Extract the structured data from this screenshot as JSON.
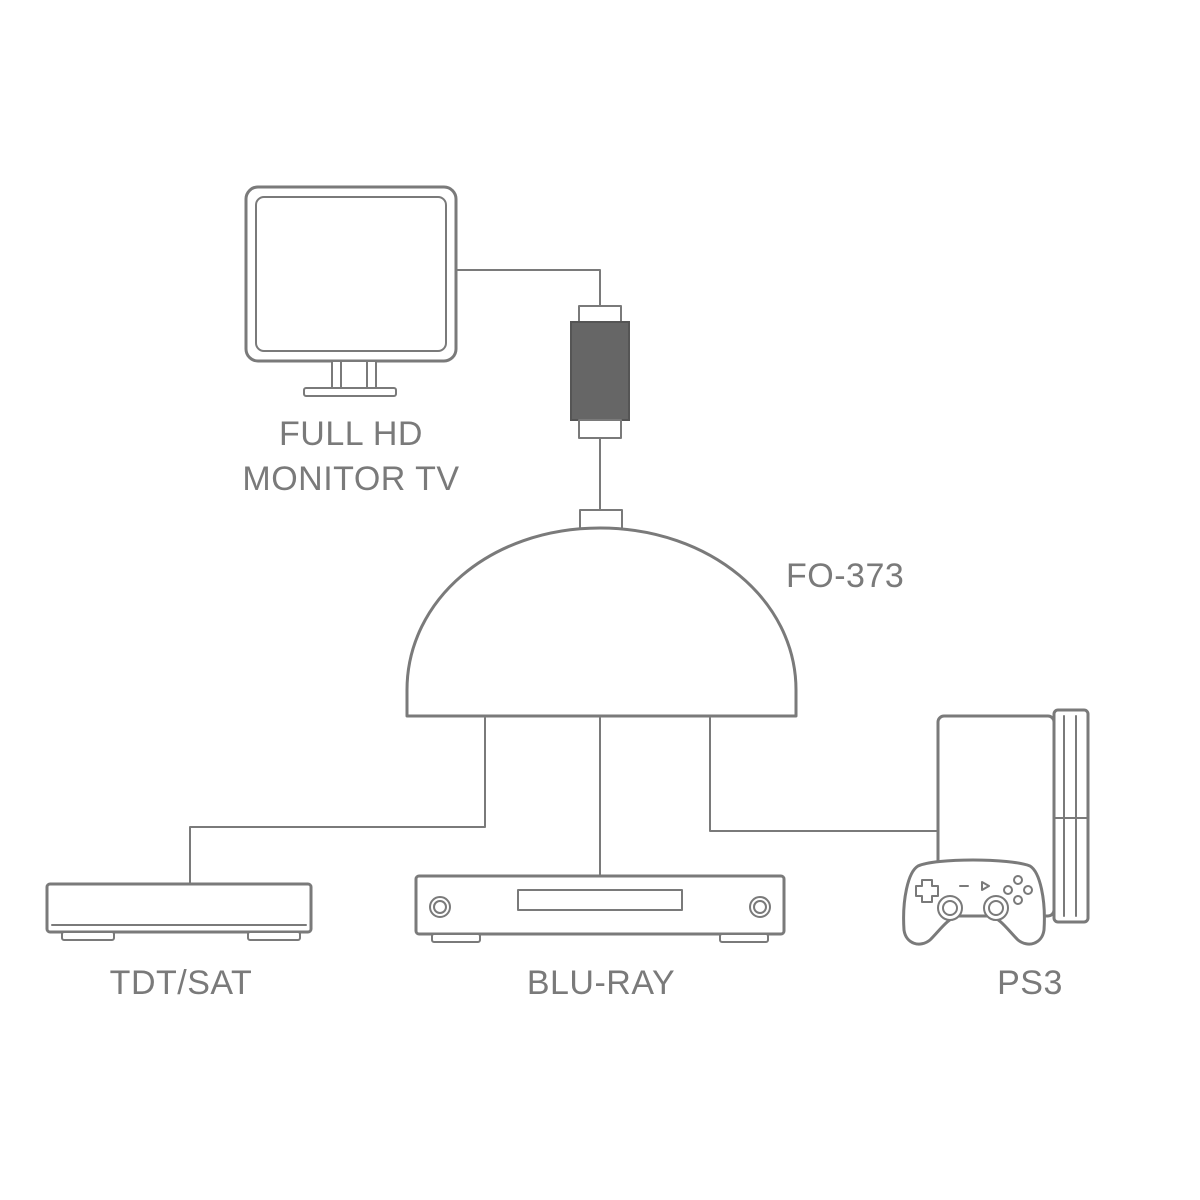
{
  "colors": {
    "line": "#7a7a7a",
    "connector_body": "#666666",
    "background": "#ffffff"
  },
  "devices": {
    "monitor": {
      "label_line1": "FULL HD",
      "label_line2": "MONITOR TV",
      "icon": "monitor-icon"
    },
    "switch": {
      "label": "FO-373",
      "icon": "hdmi-switch-icon"
    },
    "tdt_sat": {
      "label": "TDT/SAT",
      "icon": "set-top-box-icon"
    },
    "bluray": {
      "label": "BLU-RAY",
      "icon": "bluray-player-icon"
    },
    "ps3": {
      "label": "PS3",
      "icon": "game-console-icon"
    },
    "coupler": {
      "icon": "hdmi-coupler-icon"
    }
  }
}
